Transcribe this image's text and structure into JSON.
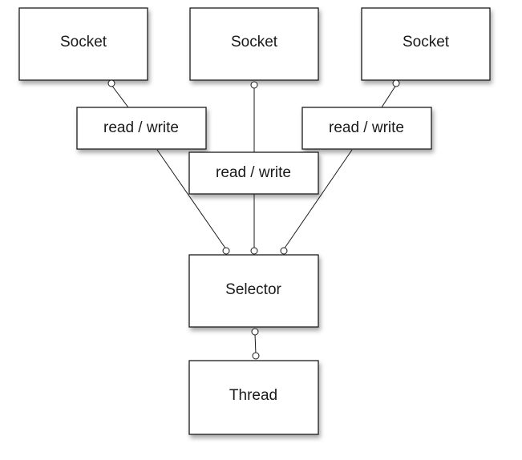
{
  "diagram": {
    "sockets": [
      "Socket",
      "Socket",
      "Socket"
    ],
    "channels": [
      "read / write",
      "read / write",
      "read / write"
    ],
    "selector": "Selector",
    "thread": "Thread"
  }
}
